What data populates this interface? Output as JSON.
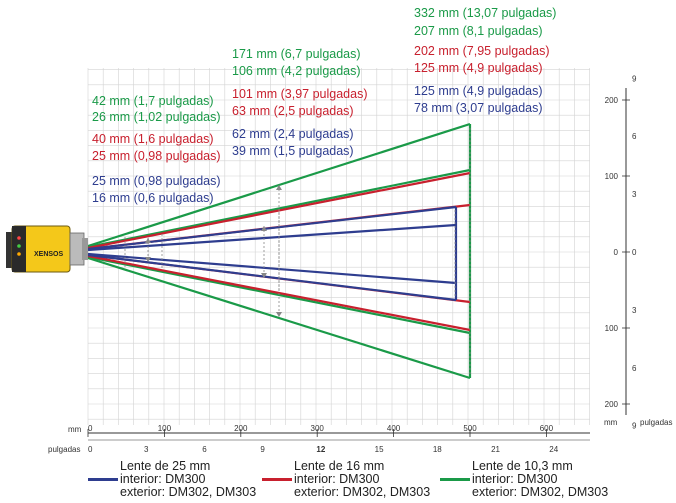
{
  "diagram": {
    "colors": {
      "lens25": "#2e3d8f",
      "lens16": "#c8202e",
      "lens10": "#1a9a48",
      "grid": "#d3d3d3",
      "axis": "#333333"
    },
    "camera_label": "XENSOS",
    "axes": {
      "bottom_mm_unit": "mm",
      "bottom_in_unit": "pulgadas",
      "bottom_mm_ticks": [
        "0",
        "100",
        "200",
        "300",
        "400",
        "500",
        "600"
      ],
      "bottom_in_ticks": [
        "0",
        "3",
        "6",
        "9",
        "12",
        "15",
        "18",
        "21",
        "24"
      ],
      "right_mm_unit": "mm",
      "right_in_unit": "pulgadas",
      "right_mm_ticks": [
        "200",
        "100",
        "0",
        "100",
        "200"
      ],
      "right_in_ticks": [
        "9",
        "6",
        "3",
        "0",
        "3",
        "6",
        "9"
      ]
    },
    "labels": {
      "l1": "42 mm (1,7 pulgadas)",
      "l2": "26 mm (1,02 pulgadas)",
      "l3": "40 mm (1,6 pulgadas)",
      "l4": "25 mm (0,98 pulgadas)",
      "l5": "25 mm (0,98 pulgadas)",
      "l6": "16 mm (0,6 pulgadas)",
      "m1": "171 mm (6,7 pulgadas)",
      "m2": "106 mm (4,2 pulgadas)",
      "m3": "101 mm (3,97 pulgadas)",
      "m4": "63 mm (2,5 pulgadas)",
      "m5": "62 mm (2,4 pulgadas)",
      "m6": "39 mm (1,5 pulgadas)",
      "r1": "332 mm (13,07 pulgadas)",
      "r2": "207 mm (8,1 pulgadas)",
      "r3": "202 mm (7,95 pulgadas)",
      "r4": "125 mm (4,9 pulgadas)",
      "r5": "125 mm (4,9 pulgadas)",
      "r6": "78 mm (3,07 pulgadas)"
    },
    "legend": [
      {
        "title": "Lente de 25 mm",
        "line2": "interior: DM300",
        "line3": "exterior: DM302, DM303"
      },
      {
        "title": "Lente de 16 mm",
        "line2": "interior: DM300",
        "line3": "exterior: DM302, DM303"
      },
      {
        "title": "Lente de 10,3 mm",
        "line2": "interior: DM300",
        "line3": "exterior: DM302, DM303"
      }
    ]
  }
}
